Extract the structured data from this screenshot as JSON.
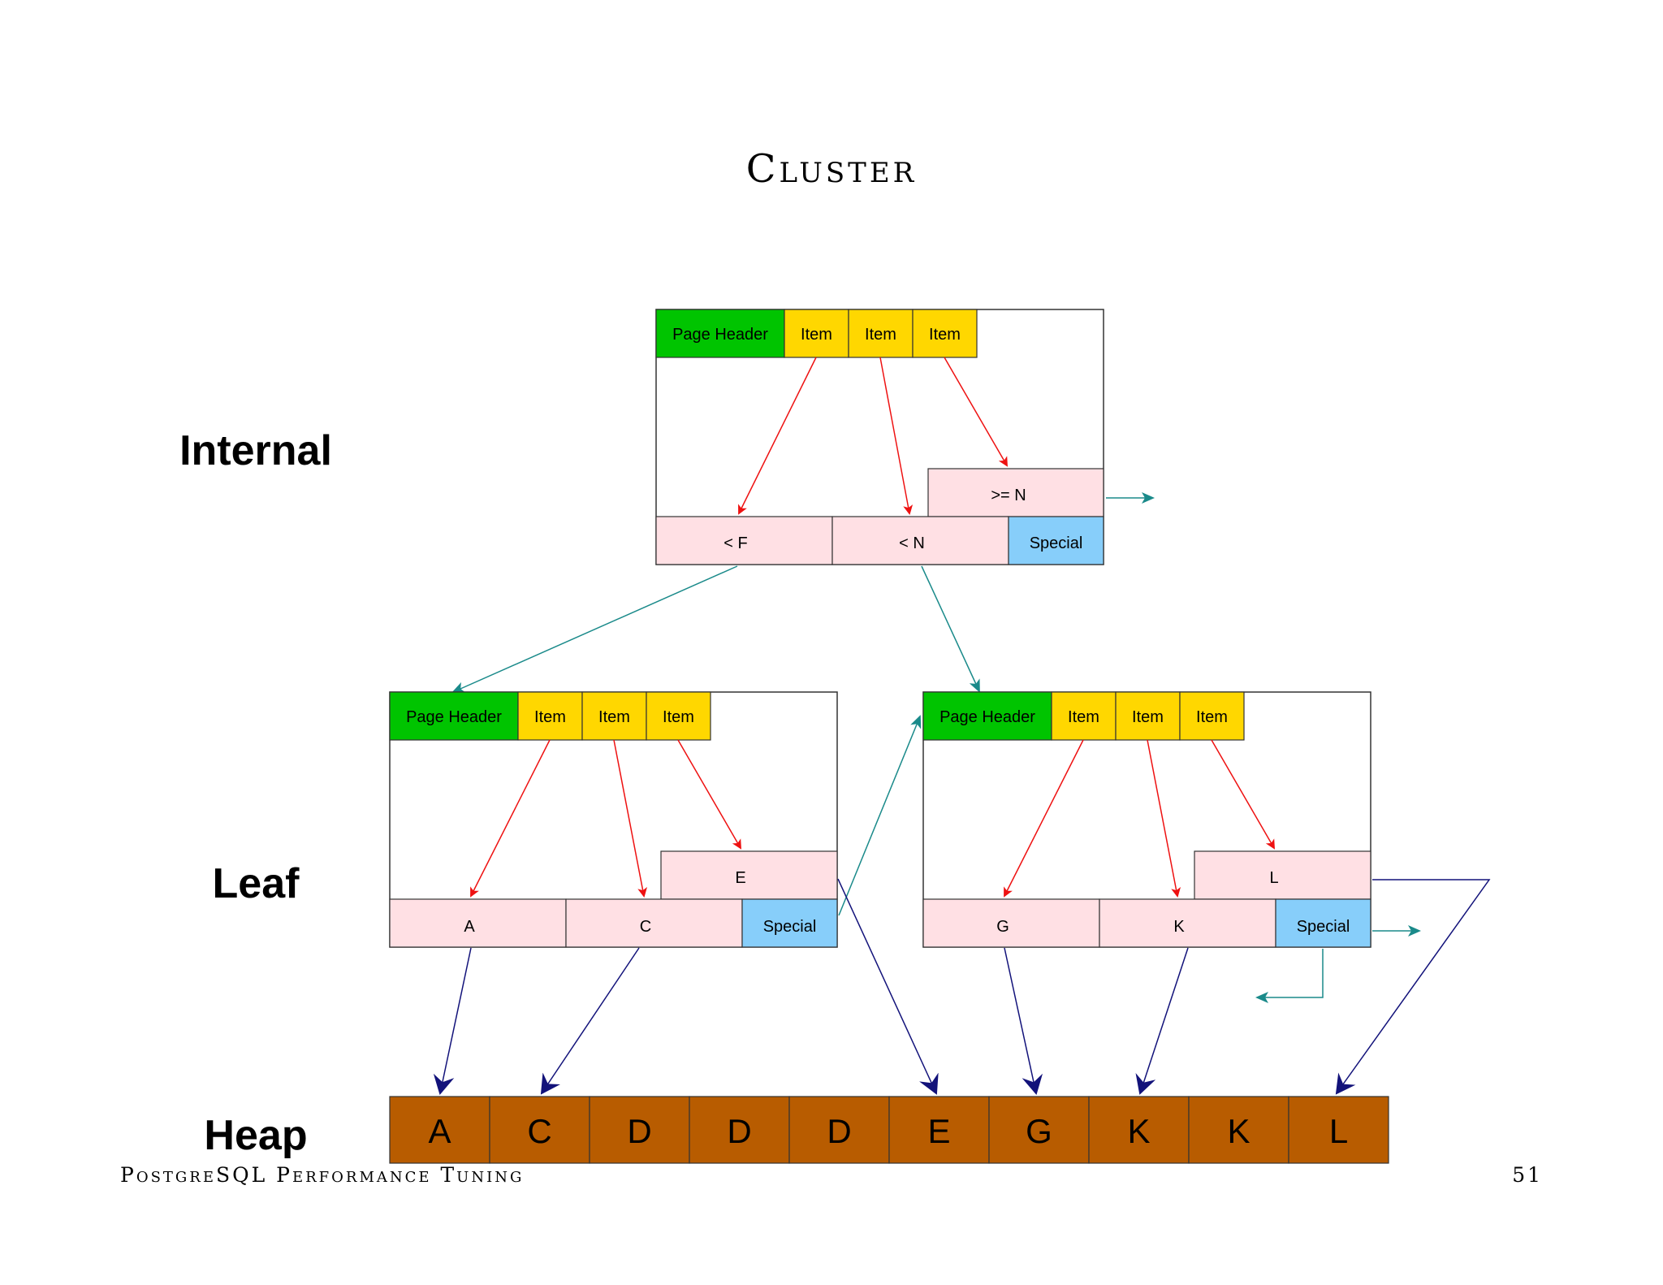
{
  "title": "Cluster",
  "row_labels": {
    "internal": "Internal",
    "leaf": "Leaf",
    "heap": "Heap"
  },
  "footer": {
    "left": "PostgreSQL Performance Tuning",
    "page": "51"
  },
  "colors": {
    "page_header": "#00c400",
    "item": "#ffd700",
    "entry": "#ffe0e4",
    "special": "#87cefa",
    "heap": "#b85c00",
    "pointer_internal": "#ee1111",
    "sibling_link": "#1a8a8a",
    "heap_pointer": "#12127a"
  },
  "internal_page": {
    "header": "Page Header",
    "items": [
      "Item",
      "Item",
      "Item"
    ],
    "upper_entry": ">= N",
    "entries": [
      "< F",
      "< N"
    ],
    "special": "Special"
  },
  "leaf_left": {
    "header": "Page Header",
    "items": [
      "Item",
      "Item",
      "Item"
    ],
    "upper_entry": "E",
    "entries": [
      "A",
      "C"
    ],
    "special": "Special"
  },
  "leaf_right": {
    "header": "Page Header",
    "items": [
      "Item",
      "Item",
      "Item"
    ],
    "upper_entry": "L",
    "entries": [
      "G",
      "K"
    ],
    "special": "Special"
  },
  "heap": [
    "A",
    "C",
    "D",
    "D",
    "D",
    "E",
    "G",
    "K",
    "K",
    "L"
  ]
}
